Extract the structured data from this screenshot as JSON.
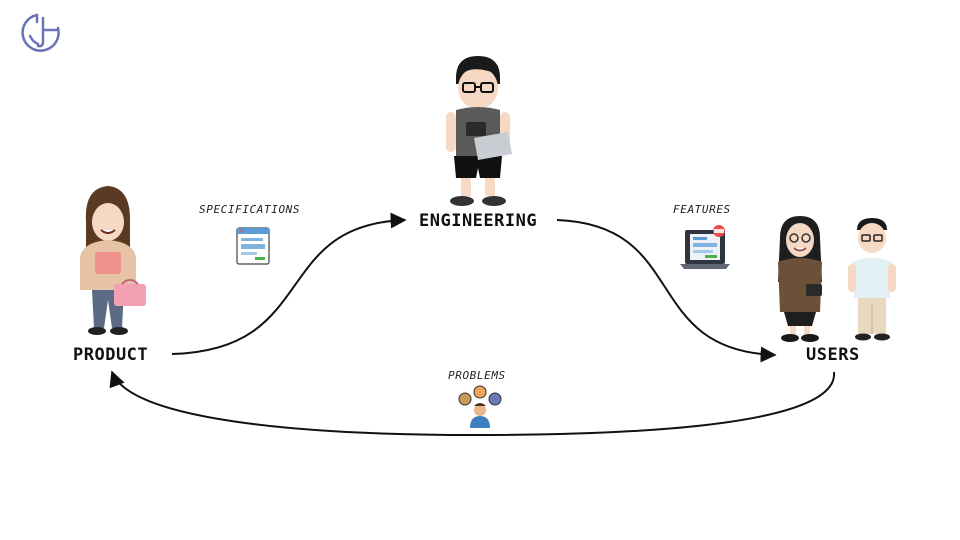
{
  "nodes": {
    "product": "PRODUCT",
    "engineering": "ENGINEERING",
    "users": "USERS"
  },
  "edges": {
    "specifications": "SPECIFICATIONS",
    "features": "FEATURES",
    "problems": "PROBLEMS"
  },
  "icons": {
    "logo": "clock-logo-icon",
    "specifications": "document-window-icon",
    "features": "laptop-screen-icon",
    "problems": "person-thinking-icon"
  },
  "colors": {
    "logo": "#6b73b6",
    "arrow": "#111111",
    "product_hoodie": "#e6c3a4",
    "engineer_shirt": "#5a5a5a",
    "user_coat": "#6b5137",
    "user_shirt": "#e3f0f4"
  }
}
